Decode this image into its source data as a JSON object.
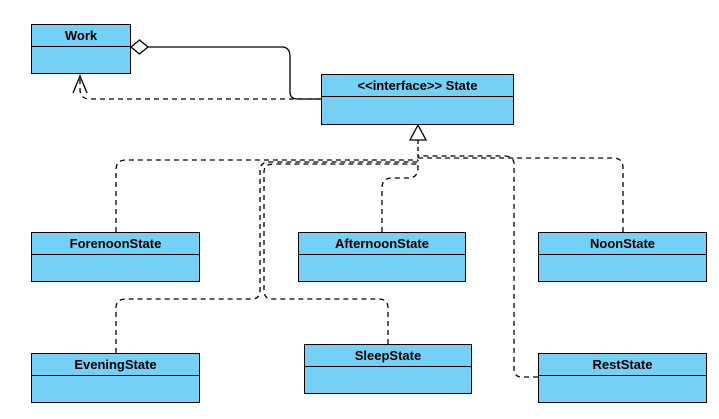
{
  "diagram": {
    "classes": [
      {
        "id": "work",
        "name": "Work"
      },
      {
        "id": "state",
        "name": "<<interface>> State"
      },
      {
        "id": "forenoon",
        "name": "ForenoonState"
      },
      {
        "id": "afternoon",
        "name": "AfternoonState"
      },
      {
        "id": "noon",
        "name": "NoonState"
      },
      {
        "id": "evening",
        "name": "EveningState"
      },
      {
        "id": "sleep",
        "name": "SleepState"
      },
      {
        "id": "rest",
        "name": "RestState"
      }
    ],
    "relationships": [
      {
        "type": "aggregation",
        "from": "work",
        "to": "state"
      },
      {
        "type": "dependency",
        "from": "state",
        "to": "work"
      },
      {
        "type": "realization",
        "from": "forenoon",
        "to": "state"
      },
      {
        "type": "realization",
        "from": "afternoon",
        "to": "state"
      },
      {
        "type": "realization",
        "from": "noon",
        "to": "state"
      },
      {
        "type": "realization",
        "from": "evening",
        "to": "state"
      },
      {
        "type": "realization",
        "from": "sleep",
        "to": "state"
      },
      {
        "type": "realization",
        "from": "rest",
        "to": "state"
      }
    ],
    "colors": {
      "class_fill": "#76cff4",
      "line": "#000000",
      "background": "#ffffff"
    }
  }
}
